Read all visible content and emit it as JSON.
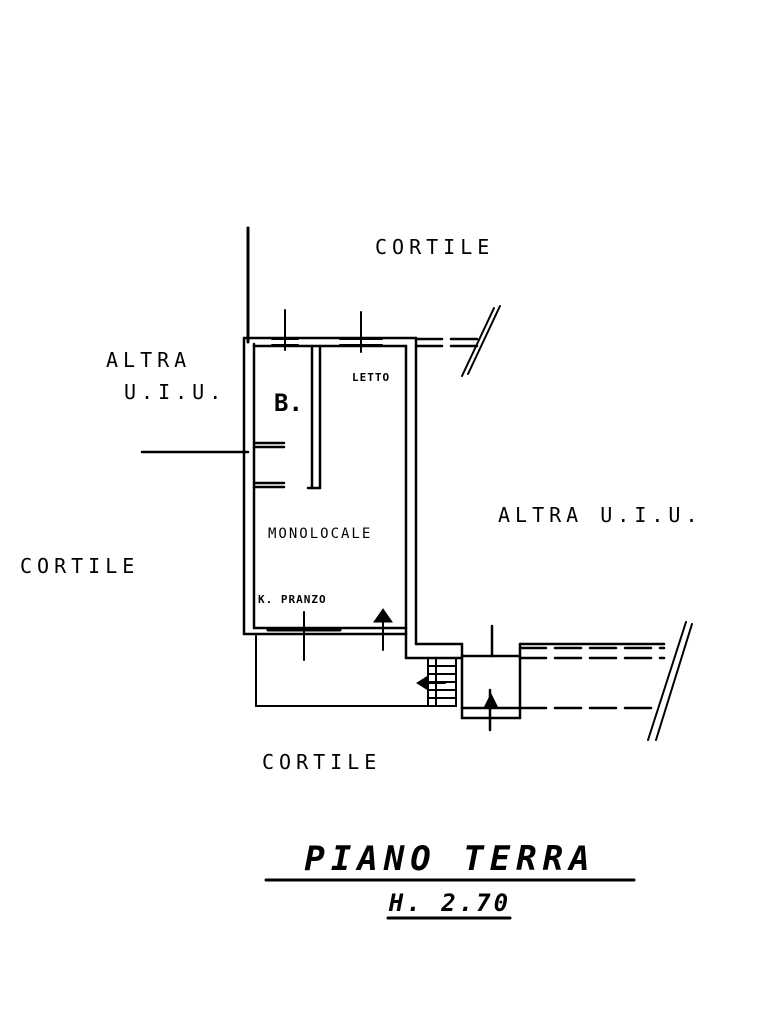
{
  "plan": {
    "title": "PIANO TERRA",
    "height_label": "H. 2.70",
    "labels": {
      "cortile_top": "CORTILE",
      "cortile_left": "CORTILE",
      "cortile_bottom": "CORTILE",
      "altra_uiu_left_1": "ALTRA",
      "altra_uiu_left_2": "U.I.U.",
      "altra_uiu_right": "ALTRA U.I.U.",
      "bagno": "B.",
      "letto": "LETTO",
      "monolocale": "MONOLOCALE",
      "k_pranzo": "K. PRANZO"
    }
  }
}
